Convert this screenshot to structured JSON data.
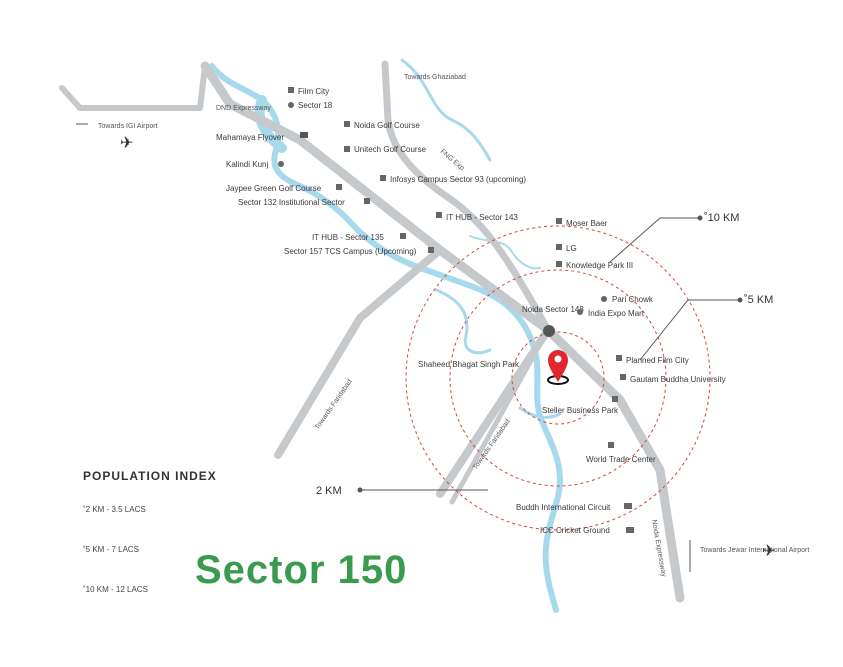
{
  "title": "Sector 150",
  "population_index": {
    "heading": "POPULATION INDEX",
    "rows": [
      "˚2 KM - 3.5 LACS",
      "˚5 KM - 7 LACS",
      "˚10 KM - 12 LACS"
    ]
  },
  "radius_labels": {
    "r10": "˚10 KM",
    "r5": "˚5 KM",
    "r2": "2 KM"
  },
  "roads": {
    "igi": "Towards IGI Airport",
    "ghaziabad": "Towards Ghaziabad",
    "dnd": "DND Expressway",
    "fnge": "FNG Exp",
    "faridabad1": "Towards Faridabad",
    "faridabad2": "Towards Faridabad",
    "expressway": "Noida Expressway",
    "jewar": "Towards Jewar International Airport"
  },
  "places": {
    "film_city": "Film City",
    "sector18": "Sector 18",
    "noida_golf": "Noida Golf Course",
    "mahamaya": "Mahamaya Flyover",
    "unitech": "Unitech Golf Course",
    "kalindi": "Kalindi Kunj",
    "infosys": "Infosys Campus Sector 93 (upcoming)",
    "jaypee": "Jaypee Green Golf Course",
    "sector132": "Sector 132 Institutional Sector",
    "ithub143": "IT HUB - Sector 143",
    "moser": "Moser Baer",
    "ithub135": "IT HUB - Sector 135",
    "sector157": "Sector 157 TCS Campus (Upcoming)",
    "lg": "LG",
    "knowledge": "Knowledge Park III",
    "pari": "Pari Chowk",
    "noida_sector": "Noida Sector 148",
    "expo": "India Expo Mart",
    "shaheed": "Shaheed Bhagat Singh Park",
    "film_city2": "Planned Film City",
    "gbu": "Gautam Buddha University",
    "steller": "Steller Business Park",
    "wtc": "World Trade Center",
    "buddh": "Buddh International Circuit",
    "icc": "ICC Cricket Ground"
  },
  "colors": {
    "river": "#a7d9ec",
    "road": "#c6c9cc",
    "circle": "#d9443a",
    "marker": "#e1262d",
    "title": "#3a9a4e"
  },
  "icons": {
    "marker": "map-pin-icon",
    "plane": "airplane-icon",
    "building": "building-icon",
    "dot": "location-dot-icon",
    "flag": "golf-flag-icon"
  }
}
